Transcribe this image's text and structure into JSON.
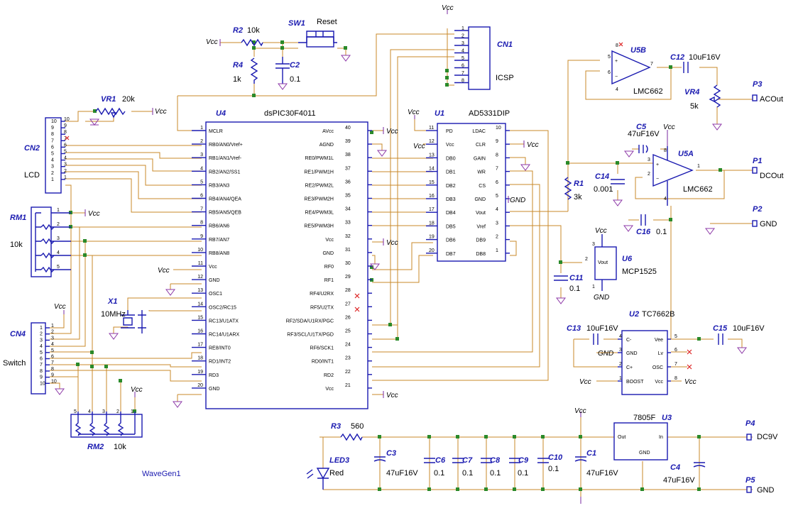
{
  "title": "WaveGen1",
  "supply": {
    "vcc": "Vcc",
    "gnd": "GND"
  },
  "u4": {
    "ref": "U4",
    "part": "dsPIC30F4011",
    "left_pins": [
      {
        "n": "1",
        "name": "MCLR"
      },
      {
        "n": "2",
        "name": "RB0/AN0/Vref+"
      },
      {
        "n": "3",
        "name": "RB1/AN1/Vref-"
      },
      {
        "n": "4",
        "name": "RB2/AN2/SS1"
      },
      {
        "n": "5",
        "name": "RB3/AN3"
      },
      {
        "n": "6",
        "name": "RB4/AN4/QEA"
      },
      {
        "n": "7",
        "name": "RB5/AN5/QEB"
      },
      {
        "n": "8",
        "name": "RB6/AN6"
      },
      {
        "n": "9",
        "name": "RB7/AN7"
      },
      {
        "n": "10",
        "name": "RB8/AN8"
      },
      {
        "n": "11",
        "name": "Vcc"
      },
      {
        "n": "12",
        "name": "GND"
      },
      {
        "n": "13",
        "name": "OSC1"
      },
      {
        "n": "14",
        "name": "OSC2/RC15"
      },
      {
        "n": "15",
        "name": "RC13/U1ATX"
      },
      {
        "n": "16",
        "name": "RC14/U1ARX"
      },
      {
        "n": "17",
        "name": "RE8/INT0"
      },
      {
        "n": "18",
        "name": "RD1/INT2"
      },
      {
        "n": "19",
        "name": "RD3"
      },
      {
        "n": "20",
        "name": "GND"
      }
    ],
    "right_pins": [
      {
        "n": "40",
        "name": "AVcc"
      },
      {
        "n": "39",
        "name": "AGND"
      },
      {
        "n": "38",
        "name": "RE0/PWM1L"
      },
      {
        "n": "37",
        "name": "RE1/PWM1H"
      },
      {
        "n": "36",
        "name": "RE2/PWM2L"
      },
      {
        "n": "35",
        "name": "RE3/PWM2H"
      },
      {
        "n": "34",
        "name": "RE4/PWM3L"
      },
      {
        "n": "33",
        "name": "RE5/PWM3H"
      },
      {
        "n": "32",
        "name": "Vcc"
      },
      {
        "n": "31",
        "name": "GND"
      },
      {
        "n": "30",
        "name": "RF0"
      },
      {
        "n": "29",
        "name": "RF1"
      },
      {
        "n": "28",
        "name": "RF4/U2RX"
      },
      {
        "n": "27",
        "name": "RF5/U2TX"
      },
      {
        "n": "26",
        "name": "RF2/SDA/U1RX/PGC"
      },
      {
        "n": "25",
        "name": "RF3/SCL/U1TX/PGD"
      },
      {
        "n": "24",
        "name": "RF6/SCK1"
      },
      {
        "n": "23",
        "name": "RD0/INT1"
      },
      {
        "n": "22",
        "name": "RD2"
      },
      {
        "n": "21",
        "name": "Vcc"
      }
    ]
  },
  "u1": {
    "ref": "U1",
    "part": "AD5331DIP",
    "left_pins": [
      {
        "n": "11",
        "name": "PD"
      },
      {
        "n": "12",
        "name": "Vcc"
      },
      {
        "n": "13",
        "name": "DB0"
      },
      {
        "n": "14",
        "name": "DB1"
      },
      {
        "n": "15",
        "name": "DB2"
      },
      {
        "n": "16",
        "name": "DB3"
      },
      {
        "n": "17",
        "name": "DB4"
      },
      {
        "n": "18",
        "name": "DB5"
      },
      {
        "n": "19",
        "name": "DB6"
      },
      {
        "n": "20",
        "name": "DB7"
      }
    ],
    "right_pins": [
      {
        "n": "10",
        "name": "LDAC"
      },
      {
        "n": "9",
        "name": "CLR"
      },
      {
        "n": "8",
        "name": "GAIN"
      },
      {
        "n": "7",
        "name": "WR"
      },
      {
        "n": "6",
        "name": "CS"
      },
      {
        "n": "5",
        "name": "GND"
      },
      {
        "n": "4",
        "name": "Vout"
      },
      {
        "n": "3",
        "name": "Vref"
      },
      {
        "n": "2",
        "name": "DB9"
      },
      {
        "n": "1",
        "name": "DB8"
      }
    ]
  },
  "cn1": {
    "ref": "CN1",
    "label": "ICSP",
    "pins": [
      "1",
      "2",
      "3",
      "4",
      "5",
      "6",
      "7",
      "8"
    ]
  },
  "cn2": {
    "ref": "CN2",
    "label": "LCD",
    "pins": [
      "10",
      "9",
      "8",
      "7",
      "6",
      "5",
      "4",
      "3",
      "2",
      "1"
    ]
  },
  "cn4": {
    "ref": "CN4",
    "label": "Switch",
    "pins": [
      "1",
      "2",
      "3",
      "4",
      "5",
      "6",
      "7",
      "8",
      "9",
      "10"
    ]
  },
  "rm1": {
    "ref": "RM1",
    "value": "10k",
    "pins": [
      "1",
      "2",
      "3",
      "4",
      "5"
    ]
  },
  "rm2": {
    "ref": "RM2",
    "value": "10k",
    "pins": [
      "5",
      "4",
      "3",
      "2",
      "1"
    ]
  },
  "parts": {
    "r1": {
      "ref": "R1",
      "value": "3k"
    },
    "r2": {
      "ref": "R2",
      "value": "10k"
    },
    "r3": {
      "ref": "R3",
      "value": "560"
    },
    "r4": {
      "ref": "R4",
      "value": "1k"
    },
    "vr1": {
      "ref": "VR1",
      "value": "20k"
    },
    "vr4": {
      "ref": "VR4",
      "value": "5k"
    },
    "sw1": {
      "ref": "SW1",
      "value": "Reset"
    },
    "x1": {
      "ref": "X1",
      "value": "10MHz"
    },
    "c1": {
      "ref": "C1",
      "value": "47uF16V"
    },
    "c2": {
      "ref": "C2",
      "value": "0.1"
    },
    "c3": {
      "ref": "C3",
      "value": "47uF16V"
    },
    "c4": {
      "ref": "C4",
      "value": "47uF16V"
    },
    "c5": {
      "ref": "C5",
      "value": "47uF16V"
    },
    "c6": {
      "ref": "C6",
      "value": "0.1"
    },
    "c7": {
      "ref": "C7",
      "value": "0.1"
    },
    "c8": {
      "ref": "C8",
      "value": "0.1"
    },
    "c9": {
      "ref": "C9",
      "value": "0.1"
    },
    "c10": {
      "ref": "C10",
      "value": "0.1"
    },
    "c11": {
      "ref": "C11",
      "value": "0.1"
    },
    "c12": {
      "ref": "C12",
      "value": "10uF16V"
    },
    "c13": {
      "ref": "C13",
      "value": "10uF16V"
    },
    "c14": {
      "ref": "C14",
      "value": "0.001"
    },
    "c15": {
      "ref": "C15",
      "value": "10uF16V"
    },
    "c16": {
      "ref": "C16",
      "value": "0.1"
    },
    "led3": {
      "ref": "LED3",
      "value": "Red"
    },
    "u5a": {
      "ref": "U5A",
      "value": "LMC662"
    },
    "u5b": {
      "ref": "U5B",
      "value": "LMC662"
    },
    "u6": {
      "ref": "U6",
      "value": "MCP1525",
      "pin_label": "Vout"
    },
    "u2": {
      "ref": "U2",
      "value": "TC7662B",
      "pins_left": [
        "C-",
        "GND",
        "C+",
        "BOOST"
      ],
      "pins_right": [
        "Vee",
        "Lv",
        "OSC",
        "Vcc"
      ],
      "nums_left": [
        "4",
        "3",
        "2",
        "1"
      ],
      "nums_right": [
        "5",
        "6",
        "7",
        "8"
      ]
    },
    "u3": {
      "ref": "U3",
      "value": "7805F",
      "pin_out": "Out",
      "pin_in": "In",
      "pin_gnd": "GND"
    }
  },
  "ports": {
    "p1": {
      "ref": "P1",
      "label": "DCOut"
    },
    "p2": {
      "ref": "P2",
      "label": "GND"
    },
    "p3": {
      "ref": "P3",
      "label": "ACOut"
    },
    "p4": {
      "ref": "P4",
      "label": "DC9V"
    },
    "p5": {
      "ref": "P5",
      "label": "GND"
    }
  }
}
